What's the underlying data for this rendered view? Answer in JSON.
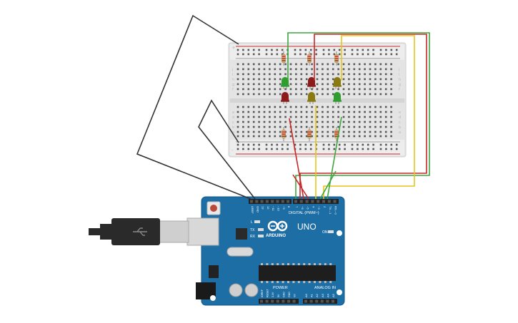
{
  "board": {
    "digital_label": "DIGITAL (PWM~)",
    "top_pins": [
      "AREF",
      "GND",
      "13",
      "12",
      "~11",
      "~10",
      "~9",
      "8",
      "7",
      "~6",
      "~5",
      "4",
      "~3",
      "2",
      "TX→1",
      "RX←0"
    ],
    "power_label": "POWER",
    "analog_label": "ANALOG IN",
    "power_pins": [
      "IOREF",
      "RESET",
      "3.3V",
      "5V",
      "GND",
      "GND",
      "Vin"
    ],
    "analog_pins": [
      "A0",
      "A1",
      "A2",
      "A3",
      "A4",
      "A5"
    ],
    "logo_text": "ARDUINO",
    "uno_text": "UNO",
    "on_label": "ON",
    "l_label": "L",
    "tx_label": "TX",
    "rx_label": "RX",
    "color": "#1d6ea5"
  },
  "breadboard": {
    "row_letters_top": [
      "j",
      "i",
      "h",
      "g",
      "f"
    ],
    "row_letters_bottom": [
      "e",
      "d",
      "c",
      "b",
      "a"
    ],
    "plus_label": "+",
    "minus_label": "-"
  },
  "leds": {
    "row1": [
      {
        "color": "green",
        "hex": "#2f9e2f"
      },
      {
        "color": "red",
        "hex": "#8e1b1b"
      },
      {
        "color": "yellow",
        "hex": "#8a7a12"
      }
    ],
    "row2": [
      {
        "color": "red",
        "hex": "#8e1b1b"
      },
      {
        "color": "yellow",
        "hex": "#8a7a12"
      },
      {
        "color": "green",
        "hex": "#2f9e2f"
      }
    ]
  },
  "wire_colors": {
    "black": "#333333",
    "green": "#3fa63f",
    "red": "#c62828",
    "yellow": "#e6c619"
  },
  "cable": {
    "color": "#2a2a2a"
  }
}
